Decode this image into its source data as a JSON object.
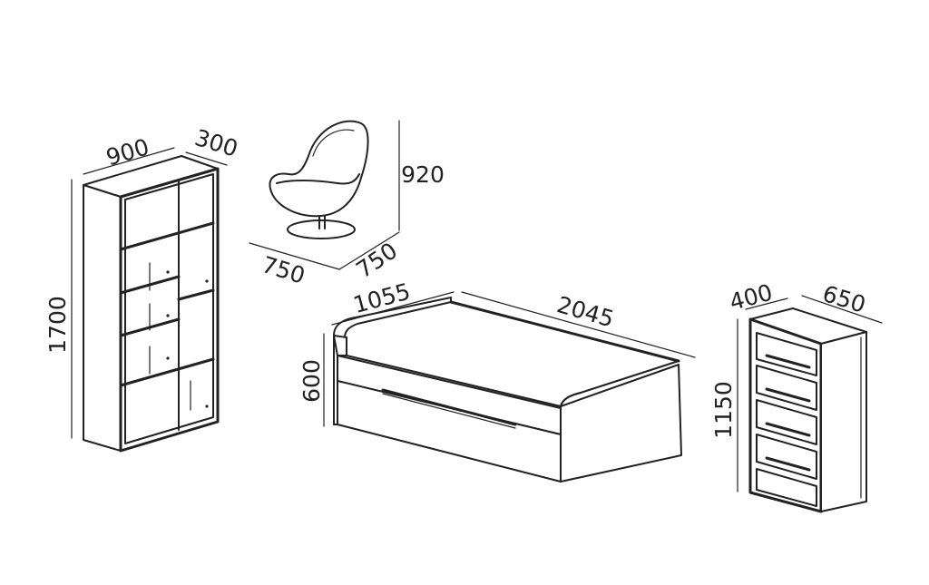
{
  "colors": {
    "line": "#222222",
    "background": "#ffffff"
  },
  "bookcase": {
    "width": "900",
    "depth": "300",
    "height": "1700"
  },
  "chair": {
    "height": "920",
    "width": "750",
    "depth": "750"
  },
  "bed": {
    "depth": "1055",
    "length": "2045",
    "height": "600"
  },
  "chest": {
    "width": "400",
    "depth": "650",
    "height": "1150"
  }
}
